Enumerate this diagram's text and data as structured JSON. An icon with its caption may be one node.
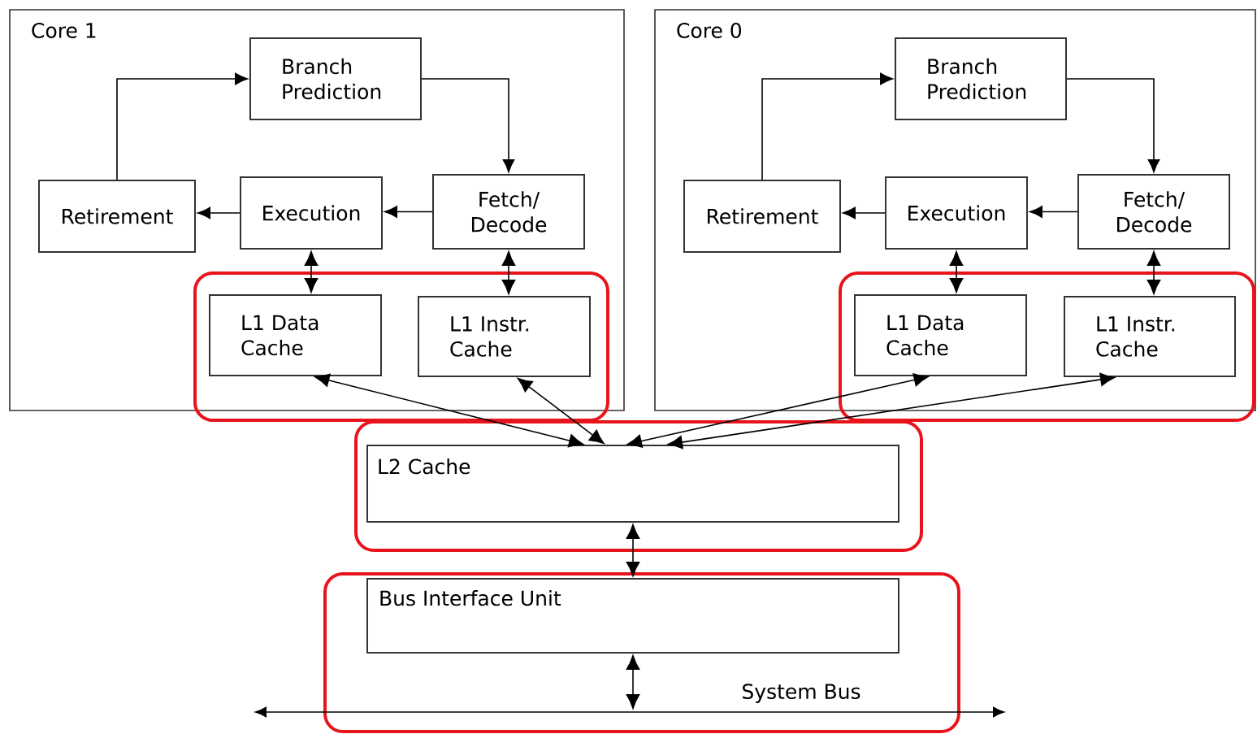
{
  "diagram": {
    "nodes": [
      {
        "text": [
          "Core 1"
        ]
      },
      {
        "text": [
          "Branch Prediction"
        ],
        "in": 0
      },
      {
        "text": [
          "Retirement"
        ],
        "in": 0
      },
      {
        "text": [
          "Execution"
        ],
        "in": 0
      },
      {
        "text": [
          "Fetch/ Decode"
        ],
        "in": 0
      },
      {
        "text": [
          "L1 Data Cache"
        ],
        "in": 0
      },
      {
        "text": [
          "L1 Instr. Cache"
        ],
        "in": 0
      },
      {
        "text": [
          "Core 0"
        ]
      },
      {
        "text": [
          "Branch Prediction"
        ],
        "in": 7
      },
      {
        "text": [
          "Retirement"
        ],
        "in": 7
      },
      {
        "text": [
          "Execution"
        ],
        "in": 7
      },
      {
        "text": [
          "Fetch/ Decode"
        ],
        "in": 7
      },
      {
        "text": [
          "L1 Data Cache"
        ],
        "in": 7
      },
      {
        "text": [
          "L1 Instr. Cache"
        ],
        "in": 7
      },
      {
        "text": [
          "L2 Cache"
        ]
      },
      {
        "text": [
          "Bus Interface Unit"
        ]
      }
    ],
    "edges": [
      {
        "from": 2,
        "to": 1,
        "arrow": "to"
      },
      {
        "from": 1,
        "to": 4,
        "arrow": "to"
      },
      {
        "from": 4,
        "to": 3,
        "arrow": "to"
      },
      {
        "from": 3,
        "to": 2,
        "arrow": "to"
      },
      {
        "from": 3,
        "to": 5,
        "arrow": "both"
      },
      {
        "from": 4,
        "to": 6,
        "arrow": "both"
      },
      {
        "from": 9,
        "to": 8,
        "arrow": "to"
      },
      {
        "from": 8,
        "to": 11,
        "arrow": "to"
      },
      {
        "from": 11,
        "to": 10,
        "arrow": "to"
      },
      {
        "from": 10,
        "to": 9,
        "arrow": "to"
      },
      {
        "from": 10,
        "to": 12,
        "arrow": "both"
      },
      {
        "from": 11,
        "to": 13,
        "arrow": "both"
      },
      {
        "from": 5,
        "to": 14,
        "arrow": "both"
      },
      {
        "from": 6,
        "to": 14,
        "arrow": "both"
      },
      {
        "from": 12,
        "to": 14,
        "arrow": "both"
      },
      {
        "from": 13,
        "to": 14,
        "arrow": "both"
      },
      {
        "from": 14,
        "to": 15,
        "arrow": "both"
      },
      {
        "from": 15,
        "to": null,
        "arrow": "both"
      }
    ],
    "labels": [
      "System Bus"
    ]
  }
}
